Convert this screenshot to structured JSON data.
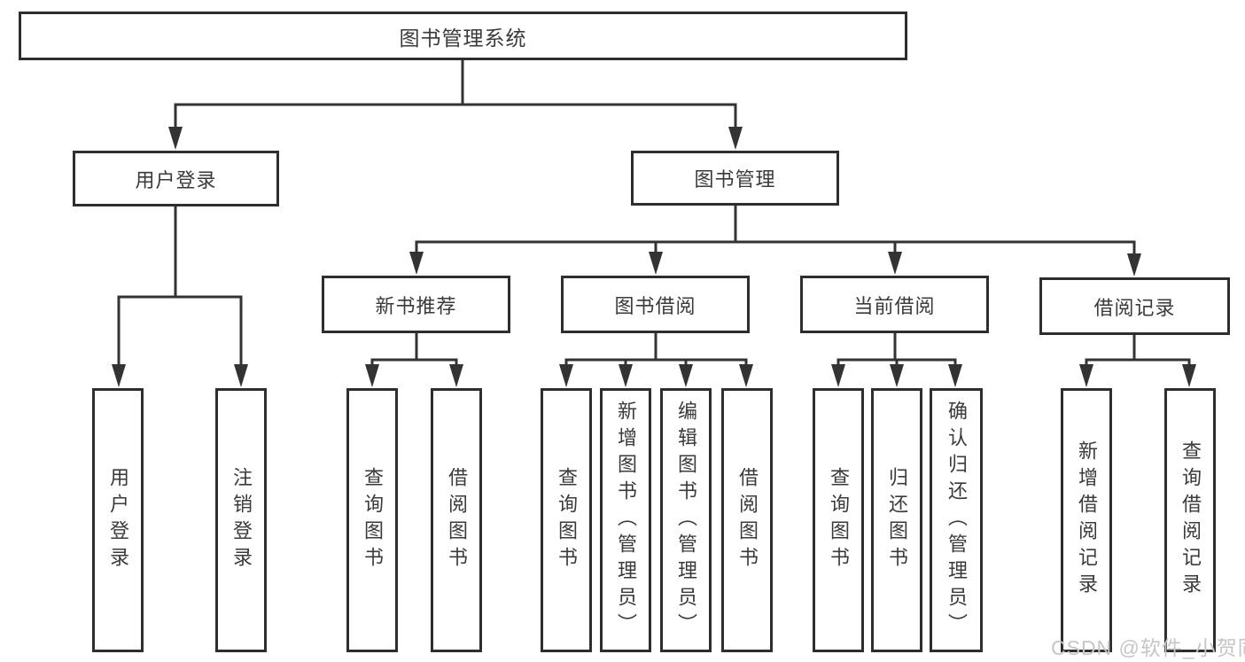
{
  "diagram_type": "hierarchy-tree",
  "title": "图书管理系统",
  "tree": {
    "root": {
      "label": "图书管理系统"
    },
    "level1": [
      {
        "label": "用户登录"
      },
      {
        "label": "图书管理"
      }
    ],
    "level2": [
      {
        "label": "新书推荐"
      },
      {
        "label": "图书借阅"
      },
      {
        "label": "当前借阅"
      },
      {
        "label": "借阅记录"
      }
    ],
    "leaves": {
      "login": [
        "用户登录",
        "注销登录"
      ],
      "recommend": [
        "查询图书",
        "借阅图书"
      ],
      "borrow": [
        "查询图书",
        "新增图书（管理员）",
        "编辑图书（管理员）",
        "借阅图书"
      ],
      "current": [
        "查询图书",
        "归还图书",
        "确认归还（管理员）"
      ],
      "records": [
        "新增借阅记录",
        "查询借阅记录"
      ]
    }
  },
  "watermark": {
    "text": "CSDN @软件_小贺同学",
    "color": "#c6c6c6"
  },
  "colors": {
    "background": "#ffffff",
    "box_border": "#2e2e2e",
    "box_fill": "#ffffff",
    "connector": "#333333",
    "text": "#3a3a3a"
  }
}
